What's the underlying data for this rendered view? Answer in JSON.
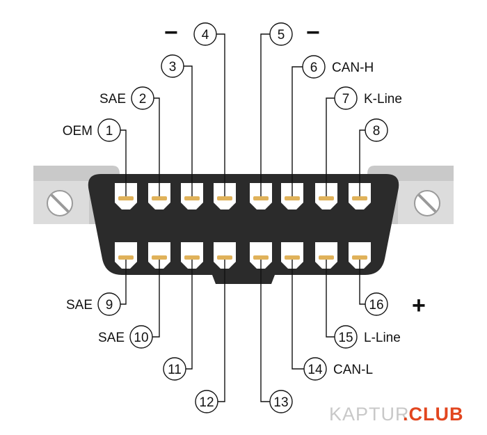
{
  "diagram": {
    "colors": {
      "body": "#2b2b2b",
      "bracket": "#c9c9c9",
      "contact": "#e0b25a",
      "line": "#111111",
      "brand_gray": "#c8c8c8",
      "brand_orange": "#e2461f"
    },
    "pins": {
      "p1": {
        "num": "1",
        "label": "OEM"
      },
      "p2": {
        "num": "2",
        "label": "SAE"
      },
      "p3": {
        "num": "3",
        "label": ""
      },
      "p4": {
        "num": "4",
        "label": ""
      },
      "p5": {
        "num": "5",
        "label": ""
      },
      "p6": {
        "num": "6",
        "label": "CAN-H"
      },
      "p7": {
        "num": "7",
        "label": "K-Line"
      },
      "p8": {
        "num": "8",
        "label": ""
      },
      "p9": {
        "num": "9",
        "label": "SAE"
      },
      "p10": {
        "num": "10",
        "label": "SAE"
      },
      "p11": {
        "num": "11",
        "label": ""
      },
      "p12": {
        "num": "12",
        "label": ""
      },
      "p13": {
        "num": "13",
        "label": ""
      },
      "p14": {
        "num": "14",
        "label": "CAN-L"
      },
      "p15": {
        "num": "15",
        "label": "L-Line"
      },
      "p16": {
        "num": "16",
        "label": ""
      }
    },
    "signs": {
      "minus_left": "−",
      "minus_right": "−",
      "plus": "+"
    },
    "brand": {
      "part1": "KAPTUR",
      "part2": ".CLUB"
    }
  }
}
